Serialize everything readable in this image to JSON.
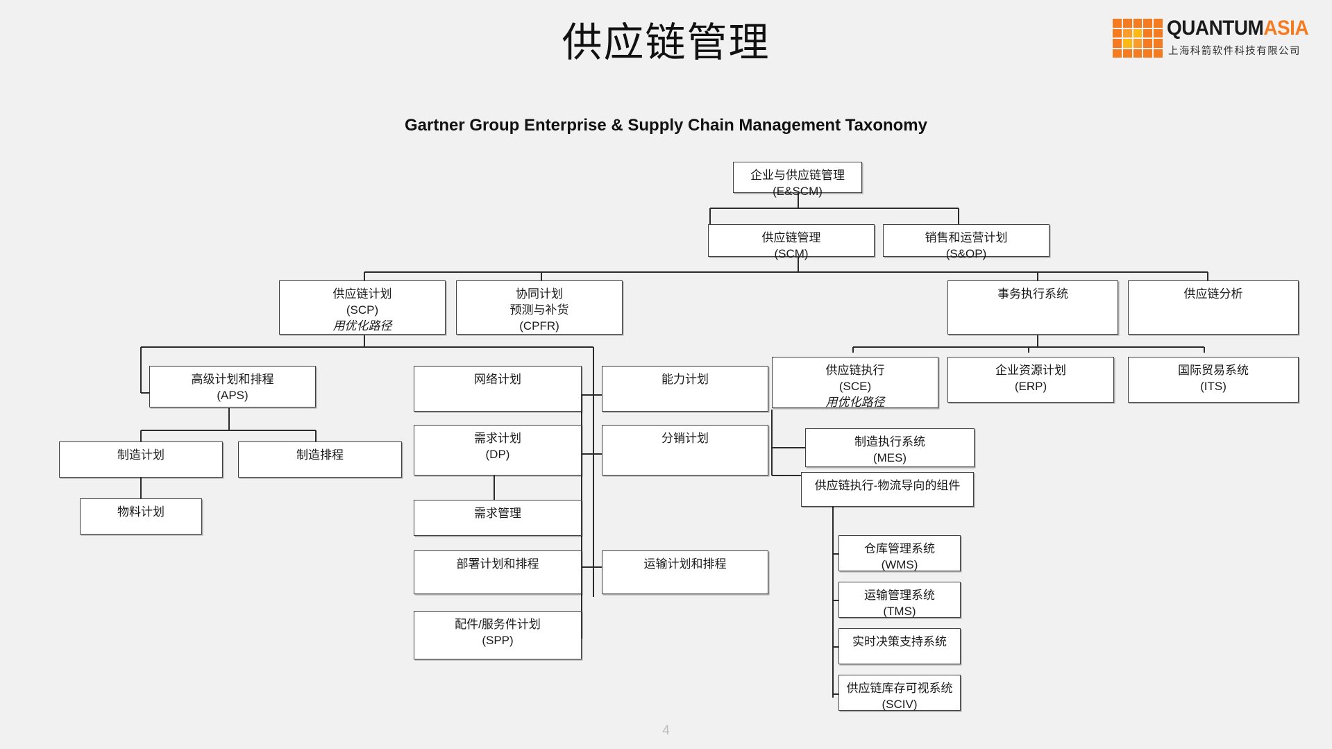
{
  "slide": {
    "title": "供应链管理",
    "chart_subtitle": "Gartner Group Enterprise & Supply Chain Management Taxonomy",
    "page_number": "4"
  },
  "logo": {
    "wordmark_dark": "QUANTUM",
    "wordmark_accent": "ASIA",
    "subtitle": "上海科箭软件科技有限公司",
    "accent_color": "#f47b20",
    "dark_color": "#1a1a1a"
  },
  "diagram": {
    "nodes": [
      {
        "id": "escm",
        "lines": [
          "企业与供应链管理",
          "(E&SCM)"
        ]
      },
      {
        "id": "scm",
        "lines": [
          "供应链管理",
          "(SCM)"
        ]
      },
      {
        "id": "sop",
        "lines": [
          "销售和运营计划",
          "(S&OP)"
        ]
      },
      {
        "id": "scp",
        "lines": [
          "供应链计划",
          "(SCP)",
          "用优化路径"
        ]
      },
      {
        "id": "cpfr",
        "lines": [
          "协同计划",
          "预测与补货",
          "(CPFR)"
        ]
      },
      {
        "id": "tes",
        "lines": [
          "事务执行系统"
        ]
      },
      {
        "id": "sca",
        "lines": [
          "供应链分析"
        ]
      },
      {
        "id": "aps",
        "lines": [
          "高级计划和排程",
          "(APS)"
        ]
      },
      {
        "id": "netplan",
        "lines": [
          "网络计划"
        ]
      },
      {
        "id": "capplan",
        "lines": [
          "能力计划"
        ]
      },
      {
        "id": "sce",
        "lines": [
          "供应链执行",
          "(SCE)",
          "用优化路径"
        ]
      },
      {
        "id": "erp",
        "lines": [
          "企业资源计划",
          "(ERP)"
        ]
      },
      {
        "id": "its",
        "lines": [
          "国际贸易系统",
          "(ITS)"
        ]
      },
      {
        "id": "mfgplan",
        "lines": [
          "制造计划"
        ]
      },
      {
        "id": "mfgsched",
        "lines": [
          "制造排程"
        ]
      },
      {
        "id": "dp",
        "lines": [
          "需求计划",
          "(DP)"
        ]
      },
      {
        "id": "distplan",
        "lines": [
          "分销计划"
        ]
      },
      {
        "id": "mes",
        "lines": [
          "制造执行系统",
          "(MES)"
        ]
      },
      {
        "id": "scelog",
        "lines": [
          "供应链执行-物流导向的组件"
        ]
      },
      {
        "id": "matplan",
        "lines": [
          "物料计划"
        ]
      },
      {
        "id": "demmgmt",
        "lines": [
          "需求管理"
        ]
      },
      {
        "id": "wms",
        "lines": [
          "仓库管理系统",
          "(WMS)"
        ]
      },
      {
        "id": "depplan",
        "lines": [
          "部署计划和排程"
        ]
      },
      {
        "id": "tplan",
        "lines": [
          "运输计划和排程"
        ]
      },
      {
        "id": "tms",
        "lines": [
          "运输管理系统",
          "(TMS)"
        ]
      },
      {
        "id": "rtdss",
        "lines": [
          "实时决策支持系统"
        ]
      },
      {
        "id": "spp",
        "lines": [
          "配件/服务件计划",
          "(SPP)"
        ]
      },
      {
        "id": "sciv",
        "lines": [
          "供应链库存可视系统",
          "(SCIV)"
        ]
      }
    ]
  }
}
